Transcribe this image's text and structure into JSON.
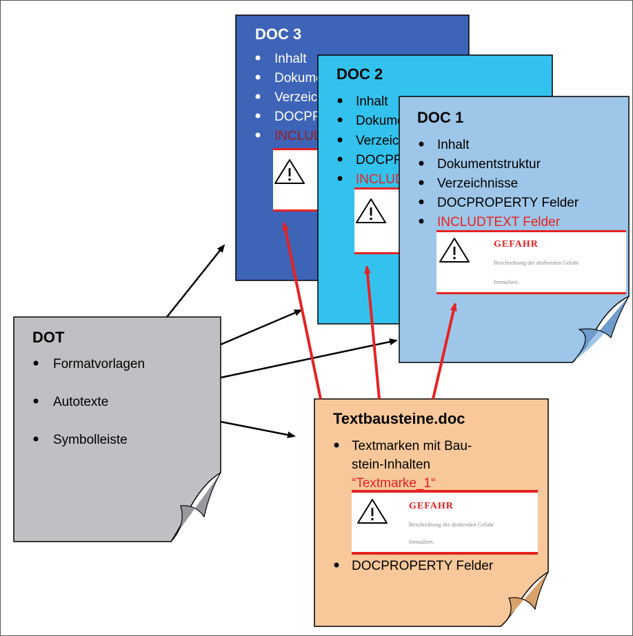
{
  "doc3": {
    "title": "DOC 3",
    "items": [
      "Inhalt",
      "Dokumentstruktur",
      "Verzeichnisse",
      "DOCPROPERTY Felder"
    ],
    "red_item": "INCLUDTEXT Felder"
  },
  "doc2": {
    "title": "DOC 2",
    "items": [
      "Inhalt",
      "Dokumentstruktur",
      "Verzeichnisse",
      "DOCPROPERTY Felder"
    ],
    "red_item": "INCLUDTEXT Felder"
  },
  "doc1": {
    "title": "DOC 1",
    "items": [
      "Inhalt",
      "Dokumentstruktur",
      "Verzeichnisse",
      "DOCPROPERTY Felder"
    ],
    "red_item": "INCLUDTEXT Felder",
    "warning": {
      "title": "GEFAHR",
      "line1": "Beschreibung der drohenden Gefahr",
      "line2": "formuliert."
    }
  },
  "dot": {
    "title": "DOT",
    "items": [
      "Formatvorlagen",
      "Autotexte",
      "Symbolleiste"
    ]
  },
  "textbausteine": {
    "title": "Textbausteine.doc",
    "item1_line1": "Textmarken mit Bau-",
    "item1_line2": "stein-Inhalten",
    "bookmark": "“Textmarke_1“",
    "warning": {
      "title": "GEFAHR",
      "line1": "Beschreibung der drohenden Gefahr",
      "line2": "formuliert."
    },
    "item2": "DOCPROPERTY Felder"
  },
  "colors": {
    "doc3_fill": "#3e64b8",
    "doc2_fill": "#33c2ee",
    "doc1_fill": "#9ec6e8",
    "dot_fill": "#c0c0c4",
    "textbausteine_fill": "#f8c89a",
    "red": "#e52222",
    "dark_red": "#9a1e1e"
  }
}
